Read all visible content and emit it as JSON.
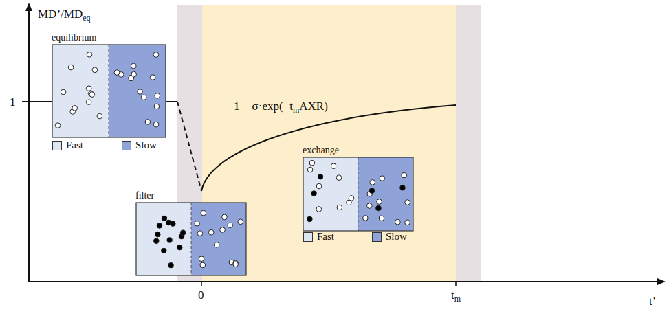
{
  "diagram": {
    "nodes": [
      {
        "text": [
          "equilibrium"
        ]
      },
      {
        "text": [
          "filter"
        ]
      },
      {
        "text": [
          "exchange"
        ]
      }
    ],
    "labels": [
      "MD’/MD",
      "eq",
      "1",
      "1 − σ·exp(−t",
      "m",
      "AXR)",
      "0",
      "t",
      "m",
      "t’"
    ],
    "legend": [
      {
        "text": "Fast",
        "color": "#dfe6f3"
      },
      {
        "text": "Slow",
        "color": "#8fa3d8"
      },
      {
        "text": "Fast",
        "color": "#dfe6f3"
      },
      {
        "text": "Slow",
        "color": "#8fa3d8"
      }
    ]
  }
}
